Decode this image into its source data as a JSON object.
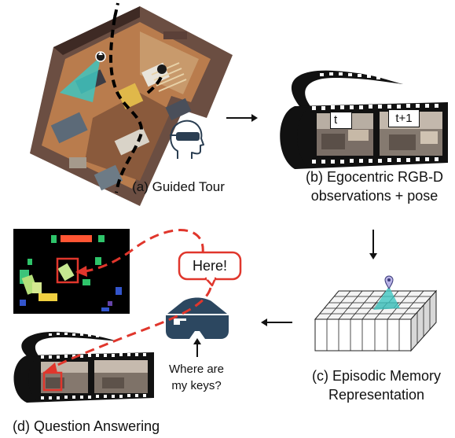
{
  "panels": {
    "guided_tour": {
      "caption": "(a) Guided Tour"
    },
    "observations": {
      "caption_line1": "(b) Egocentric RGB-D",
      "caption_line2": "observations + pose",
      "frame_labels": [
        "t",
        "t+1"
      ]
    },
    "memory": {
      "caption_line1": "(c) Episodic Memory",
      "caption_line2": "Representation"
    },
    "answering": {
      "caption": "(d) Question Answering",
      "speech_bubble": "Here!",
      "question_line1": "Where are",
      "question_line2": "my keys?"
    }
  },
  "colors": {
    "accent_red": "#e0362c",
    "cone_teal": "#3fc6c0",
    "headset_navy": "#2c4760",
    "arrow_black": "#111111"
  },
  "icons": [
    "vr-headset-head-icon",
    "vr-headset-icon",
    "film-strip-icon",
    "location-pin-icon"
  ]
}
